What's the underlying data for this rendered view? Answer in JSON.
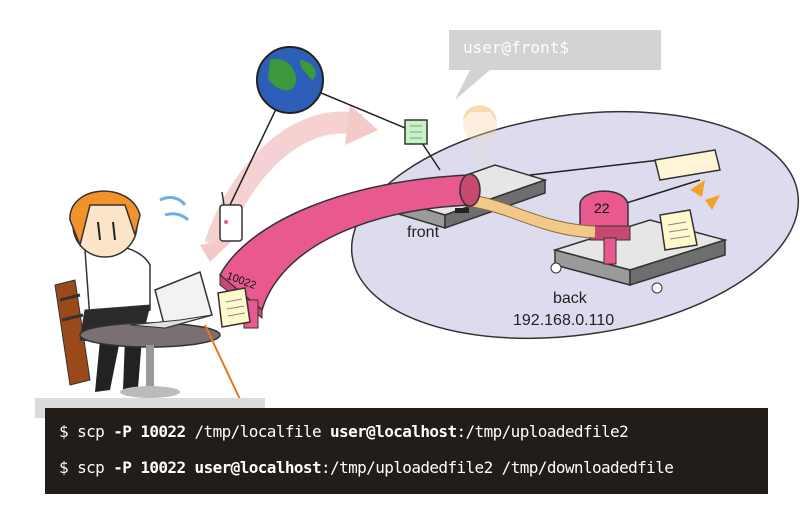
{
  "prompt_bubble": {
    "text": "user@front$"
  },
  "labels": {
    "front": "front",
    "back": "back",
    "back_ip": "192.168.0.110",
    "tunnel_port": "10022",
    "back_port": "22"
  },
  "commands": [
    {
      "dollar": "$",
      "cmd": " scp ",
      "flag": "-P 10022",
      "arg1": " /tmp/localfile ",
      "host": "user@localhost",
      "arg2": ":/tmp/uploadedfile2"
    },
    {
      "dollar": "$",
      "cmd": " scp ",
      "flag": "-P 10022",
      "arg1": " ",
      "host": "user@localhost",
      "arg2": ":/tmp/uploadedfile2 /tmp/downloadedfile"
    }
  ],
  "colors": {
    "tunnel": "#e85a8f",
    "network_area": "#dcdcee",
    "server": "#6e6e6e",
    "command_bg": "#231d1a",
    "pointer": "#e6781e"
  }
}
